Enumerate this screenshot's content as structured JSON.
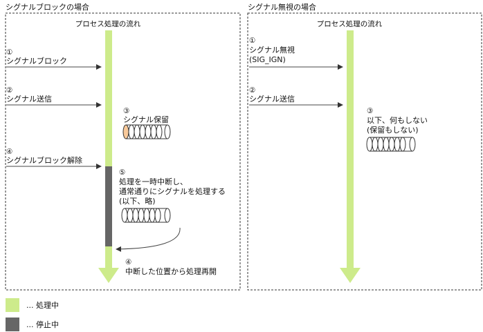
{
  "left_panel": {
    "title": "シグナルブロックの場合",
    "flow_label": "プロセス処理の流れ",
    "step1": {
      "num": "①",
      "label": "シグナルブロック"
    },
    "step2": {
      "num": "②",
      "label": "シグナル送信"
    },
    "step3": {
      "num": "③",
      "label": "シグナル保留"
    },
    "step4": {
      "num": "④",
      "label": "シグナルブロック解除"
    },
    "step5": {
      "num": "⑤",
      "line1": "処理を一時中断し、",
      "line2": "通常通りにシグナルを処理する",
      "line3": "(以下、略)"
    },
    "step6": {
      "num": "④",
      "label": "中断した位置から処理再開"
    }
  },
  "right_panel": {
    "title": "シグナル無視の場合",
    "flow_label": "プロセス処理の流れ",
    "step1": {
      "num": "①",
      "line1": "シグナル無視",
      "line2": "(SIG_IGN)"
    },
    "step2": {
      "num": "②",
      "label": "シグナル送信"
    },
    "step3": {
      "num": "③",
      "line1": "以下、何もしない",
      "line2": "(保留もしない)"
    }
  },
  "legend": {
    "processing": {
      "label": "... 処理中",
      "color": "#cdeb8b"
    },
    "stopped": {
      "label": "... 停止中",
      "color": "#666666"
    }
  },
  "colors": {
    "flow": "#cdeb8b",
    "stopped": "#666666",
    "pending_signal": "#f8c99a",
    "border": "#333333"
  }
}
